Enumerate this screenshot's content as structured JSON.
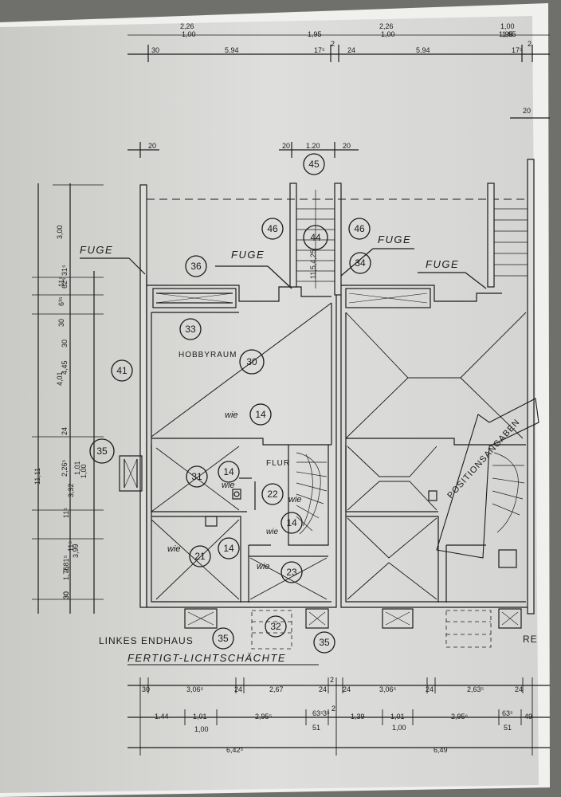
{
  "colors": {
    "paper": "#dcdcda",
    "ink": "#1b1b1b",
    "edge": "#f2f2f0",
    "background": "#6f6f6c"
  },
  "labels": {
    "fuge": "FUGE",
    "hobbyraum": "HOBBYRAUM",
    "flur": "FLUR",
    "linkes_endhaus": "LINKES ENDHAUS",
    "lichtschaechte": "FERTIGT-LICHTSCHÄCHTE",
    "positionsangaben": "POSITIONSANGABEN",
    "right_edge": "RE",
    "wie": "wie"
  },
  "markers": [
    "45",
    "46",
    "44",
    "46",
    "36",
    "34",
    "33",
    "30",
    "41",
    "14",
    "35",
    "31",
    "14",
    "22",
    "14",
    "21",
    "14",
    "23",
    "32",
    "35",
    "35"
  ],
  "dims_top_row1": [
    "30",
    "5.94",
    "17⁵",
    "2",
    "24",
    "5.94",
    "17⁵",
    "2"
  ],
  "dims_top_partial": [
    "2,26",
    "1,00",
    "1,95",
    "2,26",
    "1,00",
    "1,95",
    "1,00",
    "1,95"
  ],
  "dims_top_stair": [
    "20",
    "1.20",
    "20",
    "20",
    "20"
  ],
  "dims_left": [
    "3,00",
    "30",
    "30",
    "6³⁵",
    "11⁵",
    "62⁵",
    "31⁵",
    "4,01",
    "4,45",
    "24",
    "2,26⁵",
    "1,01",
    "1,00",
    "3,32",
    "11⁵",
    "2,81⁵",
    "1,76",
    "11⁵",
    "3,99",
    "30",
    "30",
    "11,11"
  ],
  "dims_stair_vertical": [
    "11,5,4,25"
  ],
  "dims_bottom_row1": [
    "30",
    "3,06⁵",
    "24",
    "2,67",
    "24",
    "2",
    "24",
    "3,06⁵",
    "24",
    "2,63⁵",
    "24"
  ],
  "dims_bottom_row2": [
    "1.44",
    "1,01",
    "1,00",
    "2,95⁵",
    "63⁵",
    "51",
    "3⁵",
    "2",
    "1,39",
    "1,01",
    "1,00",
    "2,95⁶",
    "63⁵",
    "51",
    "49"
  ],
  "dims_bottom_row3": [
    "6,42⁵",
    "6,49"
  ]
}
